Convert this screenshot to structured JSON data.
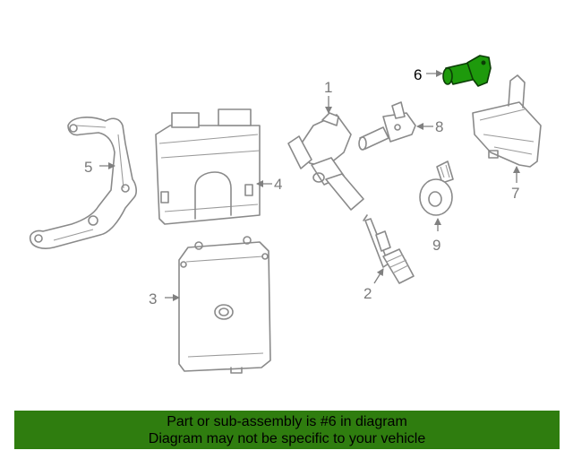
{
  "callouts": {
    "c1": "1",
    "c2": "2",
    "c3": "3",
    "c4": "4",
    "c5": "5",
    "c6": "6",
    "c7": "7",
    "c8": "8",
    "c9": "9"
  },
  "highlight_color": "#1e9a0c",
  "banner": {
    "line1": "Part or sub-assembly is #6 in diagram",
    "line2": "Diagram may not be specific to your vehicle",
    "background": "#2f7d0f"
  }
}
